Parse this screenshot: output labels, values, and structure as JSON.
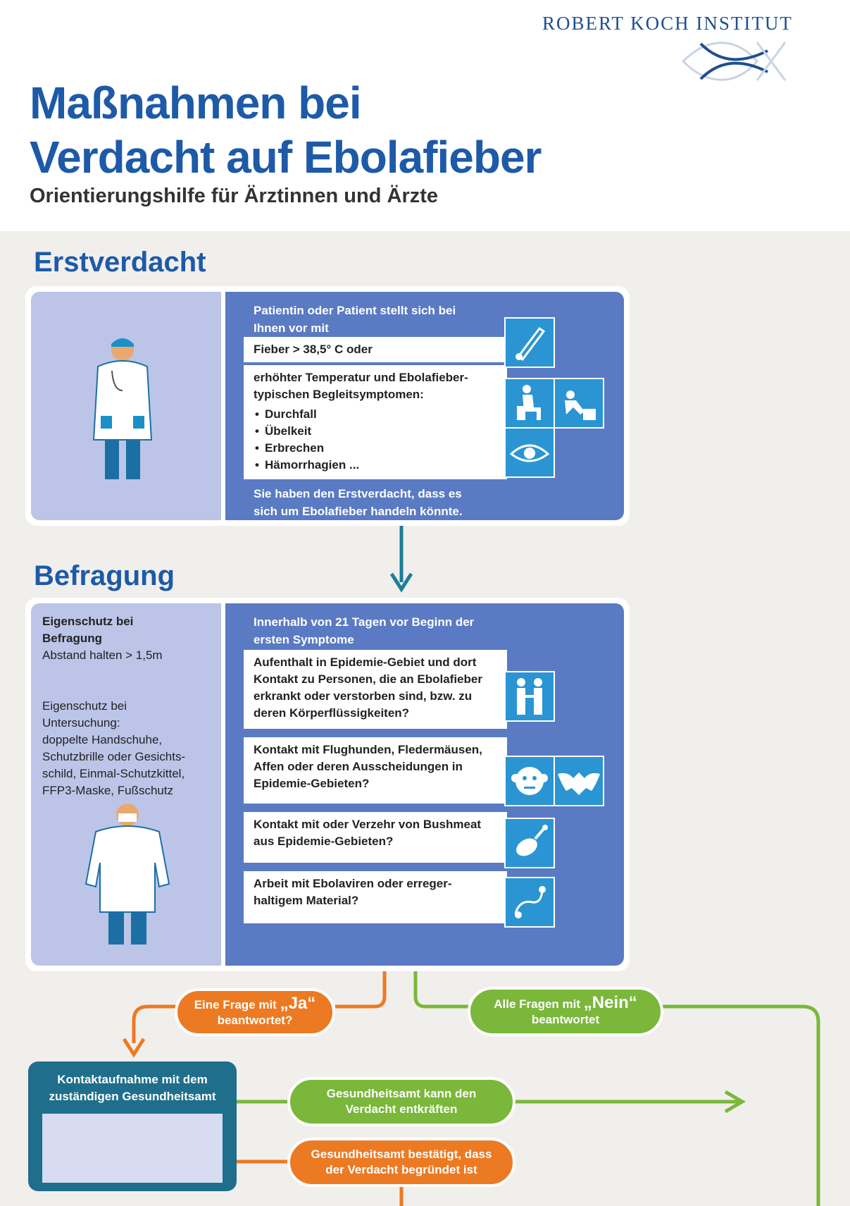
{
  "header": {
    "institute": "ROBERT KOCH INSTITUT",
    "title_line1": "Maßnahmen bei",
    "title_line2": "Verdacht auf Ebolafieber",
    "subtitle": "Orientierungshilfe für Ärztinnen und Ärzte"
  },
  "erstverdacht": {
    "heading": "Erstverdacht",
    "intro": "Patientin oder Patient stellt sich bei Ihnen vor mit",
    "fever": "Fieber > 38,5° C oder",
    "symptoms_intro": "erhöhter Temperatur und Ebolafieber-typischen Begleitsymptomen:",
    "symptoms": [
      "Durchfall",
      "Übelkeit",
      "Erbrechen",
      "Hämorrhagien ..."
    ],
    "conclusion": "Sie haben den Erstverdacht, dass es sich um Ebolafieber handeln könnte.",
    "icons": [
      "thermometer-icon",
      "toilet-icon",
      "vomit-icon",
      "eye-icon"
    ]
  },
  "befragung": {
    "heading": "Befragung",
    "protect_interview_title": "Eigenschutz bei Befragung",
    "protect_interview_text": "Abstand halten > 1,5m",
    "protect_exam_title": "Eigenschutz bei Untersuchung:",
    "protect_exam_text": "doppelte Handschuhe, Schutzbrille oder Gesichts-schild, Einmal-Schutzkittel, FFP3-Maske, Fußschutz",
    "intro": "Innerhalb von 21 Tagen vor Beginn der ersten Symptome",
    "questions": [
      "Aufenthalt in Epidemie-Gebiet und dort Kontakt zu Personen, die an Ebolafieber erkrankt oder verstorben sind, bzw. zu deren Körperflüssigkeiten?",
      "Kontakt mit Flughunden, Fledermäusen, Affen oder deren Ausscheidungen in Epidemie-Gebieten?",
      "Kontakt mit oder Verzehr von Bushmeat aus Epidemie-Gebieten?",
      "Arbeit mit Ebolaviren oder erreger-haltigem Material?"
    ],
    "icons": [
      "people-contact-icon",
      "monkey-icon",
      "bat-icon",
      "bushmeat-icon",
      "lab-material-icon"
    ]
  },
  "flow": {
    "yes_line1": "Eine Frage mit",
    "yes_word": "„Ja“",
    "yes_line2": "beantwortet?",
    "no_line1": "Alle Fragen mit",
    "no_word": "„Nein“",
    "no_line2": "beantwortet",
    "contact_title": "Kontaktaufnahme mit dem zuständigen Gesundheitsamt",
    "refuted": "Gesundheitsamt kann den Verdacht entkräften",
    "confirmed": "Gesundheitsamt bestätigt, dass der Verdacht begründet ist"
  },
  "colors": {
    "title_blue": "#1d5aa8",
    "panel_blue": "#5a7ac3",
    "panel_light": "#bcc5e8",
    "icon_blue": "#2a95d2",
    "arrow_teal": "#1a7f96",
    "orange": "#ec7a23",
    "green": "#7ab73a",
    "contact_box": "#1f6e8c"
  }
}
